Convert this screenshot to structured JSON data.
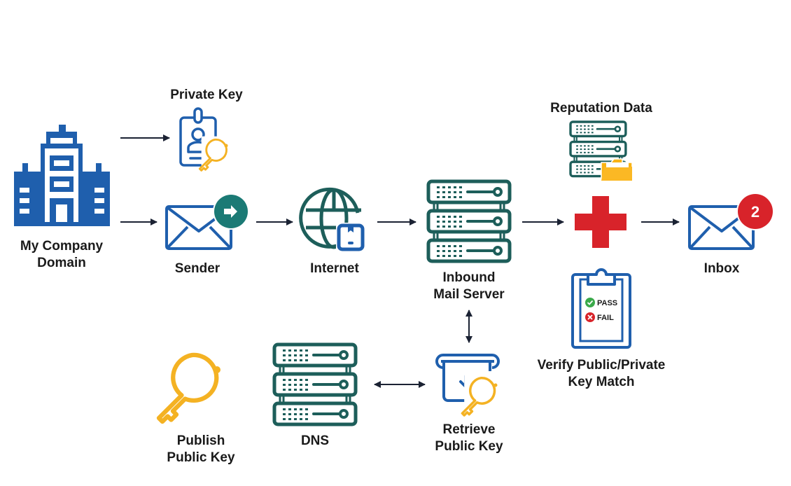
{
  "diagram": {
    "title": "DKIM email authentication flow",
    "colors": {
      "blue": "#1f5fad",
      "teal": "#1d5e5a",
      "teal_badge": "#1b7a75",
      "gold": "#f4b223",
      "red": "#d8232a",
      "green": "#3aa94a",
      "arrow": "#1b2233"
    },
    "nodes": {
      "company": {
        "label_line1": "My Company",
        "label_line2": "Domain",
        "icon": "building-icon"
      },
      "private_key": {
        "label": "Private Key",
        "icon": "id-badge-key-icon"
      },
      "sender": {
        "label": "Sender",
        "icon": "envelope-send-icon"
      },
      "internet": {
        "label": "Internet",
        "icon": "globe-package-icon"
      },
      "mail_server": {
        "label_line1": "Inbound",
        "label_line2": "Mail Server",
        "icon": "server-icon"
      },
      "reputation": {
        "label": "Reputation Data",
        "icon": "server-folder-icon"
      },
      "check": {
        "icon": "red-cross-icon"
      },
      "inbox": {
        "label": "Inbox",
        "icon": "envelope-badge-icon",
        "badge_count": "2"
      },
      "verify": {
        "label_line1": "Verify Public/Private",
        "label_line2": "Key Match",
        "icon": "clipboard-icon",
        "pass_label": "PASS",
        "fail_label": "FAIL"
      },
      "retrieve": {
        "label_line1": "Retrieve",
        "label_line2": "Public Key",
        "icon": "retrieve-key-icon"
      },
      "dns": {
        "label": "DNS",
        "icon": "server-icon"
      },
      "publish": {
        "label_line1": "Publish",
        "label_line2": "Public Key",
        "icon": "key-icon"
      }
    },
    "edges": [
      {
        "from": "company",
        "to": "private_key",
        "type": "arrow"
      },
      {
        "from": "company",
        "to": "sender",
        "type": "arrow"
      },
      {
        "from": "sender",
        "to": "internet",
        "type": "arrow"
      },
      {
        "from": "internet",
        "to": "mail_server",
        "type": "arrow"
      },
      {
        "from": "mail_server",
        "to": "check",
        "type": "arrow"
      },
      {
        "from": "check",
        "to": "inbox",
        "type": "arrow"
      },
      {
        "from": "mail_server",
        "to": "retrieve",
        "type": "bidirectional"
      },
      {
        "from": "dns",
        "to": "retrieve",
        "type": "bidirectional"
      }
    ]
  }
}
